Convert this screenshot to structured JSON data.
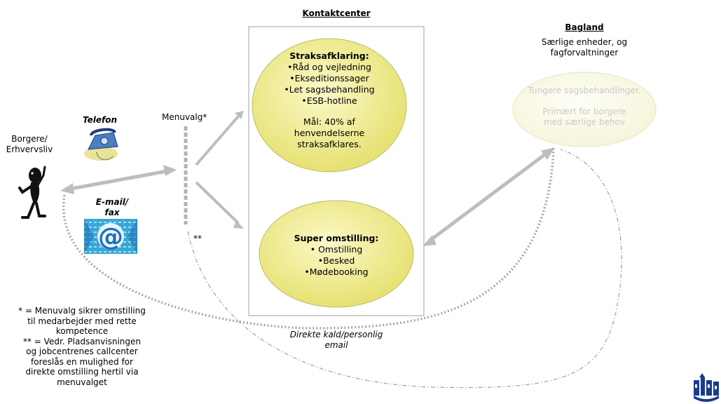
{
  "kontaktcenter": {
    "title": "Kontaktcenter",
    "straks": {
      "title": "Straksafklaring:",
      "items": [
        "•Råd og vejledning",
        "•Ekseditionssager",
        "•Let sagsbehandling",
        "•ESB-hotline"
      ],
      "goal": [
        "Mål: 40% af",
        "henvendelserne",
        "straksafklares."
      ]
    },
    "super": {
      "title": "Super omstilling:",
      "items": [
        "• Omstilling",
        "•Besked",
        "•Mødebooking"
      ]
    }
  },
  "bagland": {
    "title": "Bagland",
    "subtitle": [
      "Særlige enheder, og",
      "fagforvaltninger"
    ],
    "ellipse": [
      "Tungere sagsbehandlinger.",
      "Primært for borgere",
      "med særlige behov"
    ]
  },
  "channels": {
    "telefon": "Telefon",
    "email": [
      "E-mail/",
      "fax"
    ]
  },
  "citizens": [
    "Borgere/",
    "Erhvervsliv"
  ],
  "menuvalg": "Menuvalg*",
  "double_star": "**",
  "direct": [
    "Direkte kald/personlig",
    "email"
  ],
  "footnotes": [
    "* = Menuvalg sikrer omstilling",
    "til medarbejder med rette",
    "kompetence",
    "** = Vedr. Pladsanvisningen",
    "og jobcentrenes callcenter",
    "foreslås en mulighed for",
    "direkte omstilling hertil via",
    "menuvalget"
  ],
  "colors": {
    "ellipse_fill": "#f0ec8c",
    "ellipse_faded": "#fbfbe8",
    "arrow": "#bdbdbd",
    "dotted": "#a8a8a8",
    "logo": "#1a3c8c"
  }
}
